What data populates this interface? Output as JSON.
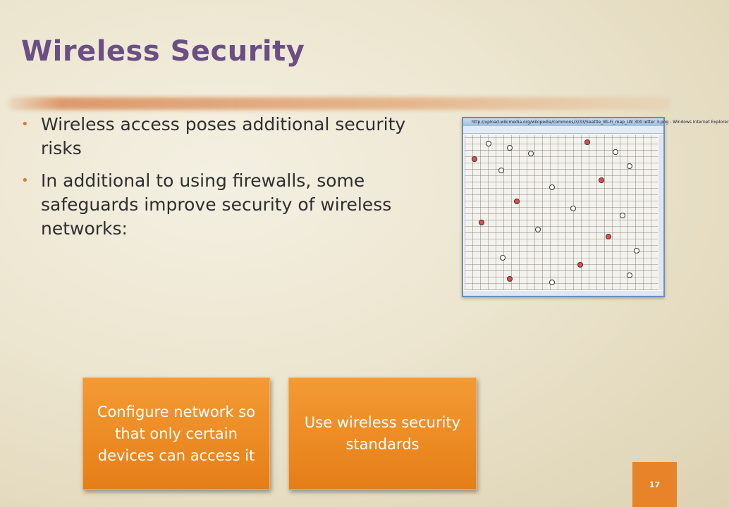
{
  "slide": {
    "title": "Wireless Security",
    "bullets": [
      "Wireless access poses additional security risks",
      "In additional to using firewalls, some safeguards improve security of wireless networks:"
    ],
    "boxes": [
      "Configure network so that only certain devices can access it",
      "Use wireless security standards"
    ],
    "page_number": "17",
    "accent_color": "#e9832a",
    "title_color": "#6b4f84"
  },
  "screenshot_image": {
    "icon": "wifi-map-screenshot",
    "window_title": "http://upload.wikimedia.org/wikipedia/commons/3/33/Seattle_Wi-Fi_map_LW 300 letter 3.png - Windows Internet Explorer"
  }
}
